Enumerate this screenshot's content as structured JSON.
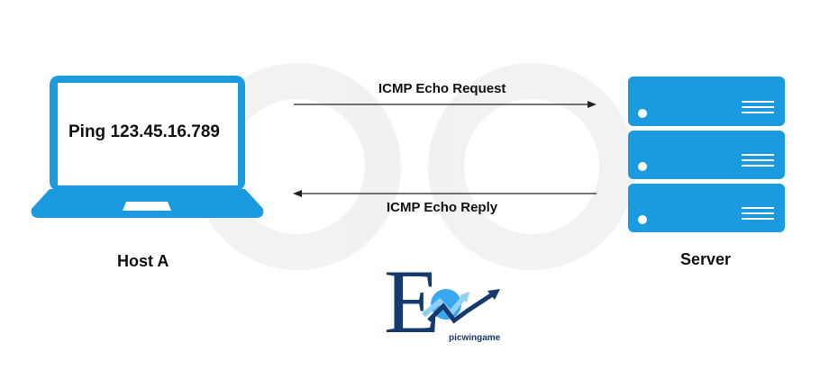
{
  "host": {
    "screen_text": "Ping 123.45.16.789",
    "label": "Host A"
  },
  "server": {
    "label": "Server"
  },
  "arrows": {
    "request": "ICMP Echo Request",
    "reply": "ICMP Echo Reply"
  },
  "logo": {
    "letter": "E",
    "text": "picwingame"
  },
  "colors": {
    "device": "#1a9be0",
    "logo_navy": "#163a6b",
    "logo_light": "#8fd0f5",
    "logo_circle": "#3aa8f0"
  }
}
